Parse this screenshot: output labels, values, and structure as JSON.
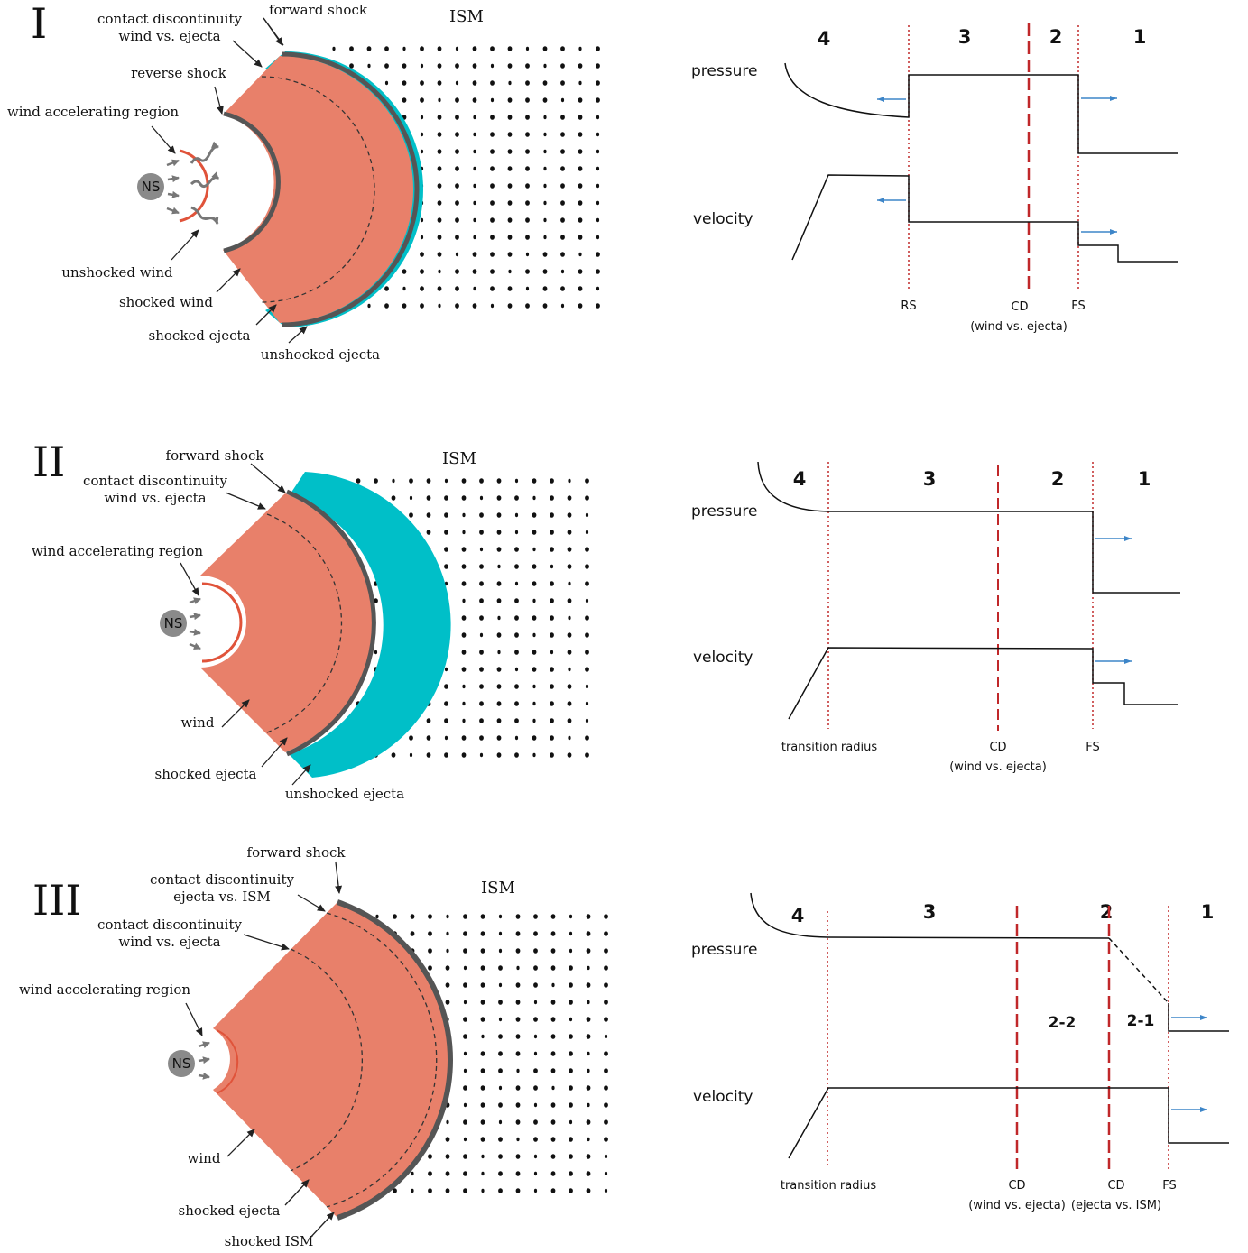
{
  "colors": {
    "ejecta": "#e8806a",
    "unshocked_ejecta": "#00bfc8",
    "shock": "#555555",
    "wind_region": "#e0533a",
    "ns": "#8a8a8a",
    "cd_line": "#c0282a",
    "rs_line": "#c0282a",
    "arrow_blue": "#3d85c8"
  },
  "panels": [
    {
      "numeral": "I",
      "ism": "ISM",
      "ns": "NS",
      "labels": {
        "forward_shock": "forward shock",
        "cd_line1": "contact discontinuity",
        "cd_line2": "wind vs. ejecta",
        "reverse_shock": "reverse shock",
        "wind_acc": "wind accelerating region",
        "unshocked_wind": "unshocked wind",
        "shocked_wind": "shocked wind",
        "shocked_ejecta": "shocked ejecta",
        "unshocked_ejecta": "unshocked ejecta"
      },
      "plot": {
        "pressure": "pressure",
        "velocity": "velocity",
        "regions": [
          "4",
          "3",
          "2",
          "1"
        ],
        "rs": "RS",
        "cd": "CD",
        "cd_sub": "(wind vs. ejecta)",
        "fs": "FS"
      }
    },
    {
      "numeral": "II",
      "ism": "ISM",
      "ns": "NS",
      "labels": {
        "forward_shock": "forward shock",
        "cd_line1": "contact discontinuity",
        "cd_line2": "wind vs. ejecta",
        "wind_acc": "wind accelerating region",
        "wind": "wind",
        "shocked_ejecta": "shocked ejecta",
        "unshocked_ejecta": "unshocked ejecta"
      },
      "plot": {
        "pressure": "pressure",
        "velocity": "velocity",
        "regions": [
          "4",
          "3",
          "2",
          "1"
        ],
        "transition": "transition radius",
        "cd": "CD",
        "cd_sub": "(wind vs. ejecta)",
        "fs": "FS"
      }
    },
    {
      "numeral": "III",
      "ism": "ISM",
      "ns": "NS",
      "labels": {
        "forward_shock": "forward shock",
        "cd2_line1": "contact discontinuity",
        "cd2_line2": "ejecta vs. ISM",
        "cd_line1": "contact discontinuity",
        "cd_line2": "wind vs. ejecta",
        "wind_acc": "wind accelerating region",
        "wind": "wind",
        "shocked_ejecta": "shocked ejecta",
        "shocked_ism": "shocked ISM"
      },
      "plot": {
        "pressure": "pressure",
        "velocity": "velocity",
        "regions": [
          "4",
          "3",
          "2",
          "1"
        ],
        "sub22": "2-2",
        "sub21": "2-1",
        "transition": "transition radius",
        "cd1": "CD",
        "cd1_sub": "(wind vs. ejecta)",
        "cd2": "CD",
        "cd2_sub": "(ejecta vs. ISM)",
        "fs": "FS"
      }
    }
  ]
}
